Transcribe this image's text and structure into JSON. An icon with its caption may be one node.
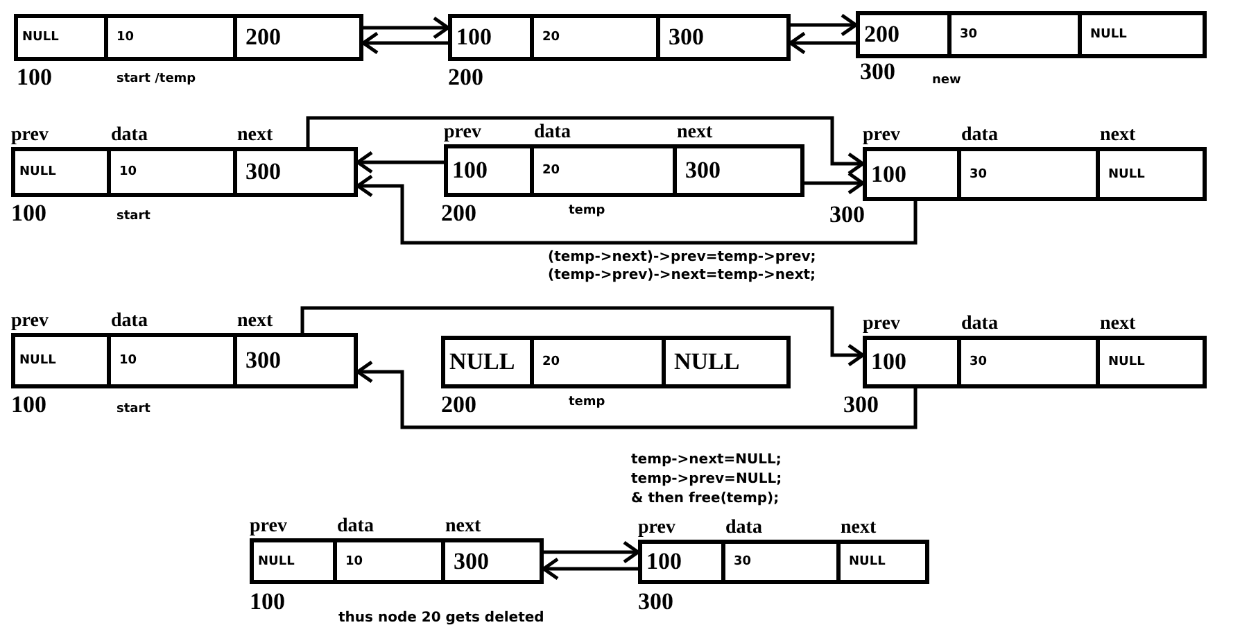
{
  "diagram": {
    "nodes": [
      {
        "text": [],
        "shape": "box",
        "beside": [
          "100",
          "start /temp"
        ]
      },
      {
        "text": [
          "NULL"
        ],
        "in": 0
      },
      {
        "text": [
          "10"
        ],
        "in": 0
      },
      {
        "text": [
          "200"
        ],
        "in": 0
      },
      {
        "text": [],
        "shape": "box",
        "beside": [
          "200"
        ]
      },
      {
        "text": [
          "100"
        ],
        "in": 4
      },
      {
        "text": [
          "20"
        ],
        "in": 4
      },
      {
        "text": [
          "300"
        ],
        "in": 4
      },
      {
        "text": [],
        "shape": "box",
        "beside": [
          "300",
          "new"
        ]
      },
      {
        "text": [
          "200"
        ],
        "in": 8
      },
      {
        "text": [
          "30"
        ],
        "in": 8
      },
      {
        "text": [
          "NULL"
        ],
        "in": 8
      },
      {
        "text": [],
        "shape": "box",
        "beside": [
          "100",
          "start"
        ]
      },
      {
        "text": [
          "prev",
          "NULL"
        ],
        "in": 12
      },
      {
        "text": [
          "data",
          "10"
        ],
        "in": 12
      },
      {
        "text": [
          "next",
          "300"
        ],
        "in": 12
      },
      {
        "text": [],
        "shape": "box",
        "beside": [
          "200",
          "temp"
        ]
      },
      {
        "text": [
          "prev",
          "100"
        ],
        "in": 16
      },
      {
        "text": [
          "data",
          "20"
        ],
        "in": 16
      },
      {
        "text": [
          "next",
          "300"
        ],
        "in": 16
      },
      {
        "text": [],
        "shape": "box",
        "beside": [
          "300"
        ]
      },
      {
        "text": [
          "prev",
          "100"
        ],
        "in": 20
      },
      {
        "text": [
          "data",
          "30"
        ],
        "in": 20
      },
      {
        "text": [
          "next",
          "NULL"
        ],
        "in": 20
      },
      {
        "text": [],
        "shape": "box",
        "beside": [
          "100",
          "start"
        ]
      },
      {
        "text": [
          "prev",
          "NULL"
        ],
        "in": 24
      },
      {
        "text": [
          "data",
          "10"
        ],
        "in": 24
      },
      {
        "text": [
          "next",
          "300"
        ],
        "in": 24
      },
      {
        "text": [],
        "shape": "box",
        "beside": [
          "200",
          "temp"
        ]
      },
      {
        "text": [
          "NULL"
        ],
        "in": 28
      },
      {
        "text": [
          "20"
        ],
        "in": 28
      },
      {
        "text": [
          "NULL"
        ],
        "in": 28
      },
      {
        "text": [],
        "shape": "box",
        "beside": [
          "300"
        ]
      },
      {
        "text": [
          "prev",
          "100"
        ],
        "in": 32
      },
      {
        "text": [
          "data",
          "30"
        ],
        "in": 32
      },
      {
        "text": [
          "next",
          "NULL"
        ],
        "in": 32
      },
      {
        "text": [],
        "shape": "box",
        "beside": [
          "100"
        ]
      },
      {
        "text": [
          "prev",
          "NULL"
        ],
        "in": 36
      },
      {
        "text": [
          "data",
          "10"
        ],
        "in": 36
      },
      {
        "text": [
          "next",
          "300"
        ],
        "in": 36
      },
      {
        "text": [],
        "shape": "box",
        "beside": [
          "300"
        ]
      },
      {
        "text": [
          "prev",
          "100"
        ],
        "in": 40
      },
      {
        "text": [
          "data",
          "30"
        ],
        "in": 40
      },
      {
        "text": [
          "next",
          "NULL"
        ],
        "in": 40
      }
    ],
    "edges": [
      {
        "from": 3,
        "to": 4,
        "arrow": "to"
      },
      {
        "from": 5,
        "to": 0,
        "arrow": "to"
      },
      {
        "from": 7,
        "to": 8,
        "arrow": "to"
      },
      {
        "from": 9,
        "to": 4,
        "arrow": "to"
      },
      {
        "from": 15,
        "to": 20,
        "arrow": "to"
      },
      {
        "from": 17,
        "to": 12,
        "arrow": "to"
      },
      {
        "from": 19,
        "to": 20,
        "arrow": "to"
      },
      {
        "from": 21,
        "to": 12,
        "arrow": "to"
      },
      {
        "from": 27,
        "to": 32,
        "arrow": "to"
      },
      {
        "from": 33,
        "to": 24,
        "arrow": "to"
      },
      {
        "from": 39,
        "to": 40,
        "arrow": "to"
      },
      {
        "from": 41,
        "to": 36,
        "arrow": "to"
      }
    ],
    "labels": [
      "(temp->next)->prev=temp->prev;",
      "(temp->prev)->next=temp->next;",
      "temp->next=NULL;",
      "temp->prev=NULL;",
      "& then free(temp);",
      "thus node 20 gets deleted"
    ]
  }
}
